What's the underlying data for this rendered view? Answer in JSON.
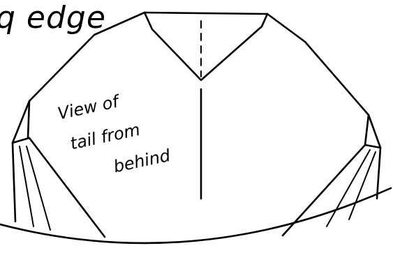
{
  "drawing": {
    "edge_label": "q edge",
    "caption_lines": [
      "View of",
      "tail from",
      "behind"
    ],
    "ink_color": "#000000",
    "background_color": "#ffffff"
  }
}
